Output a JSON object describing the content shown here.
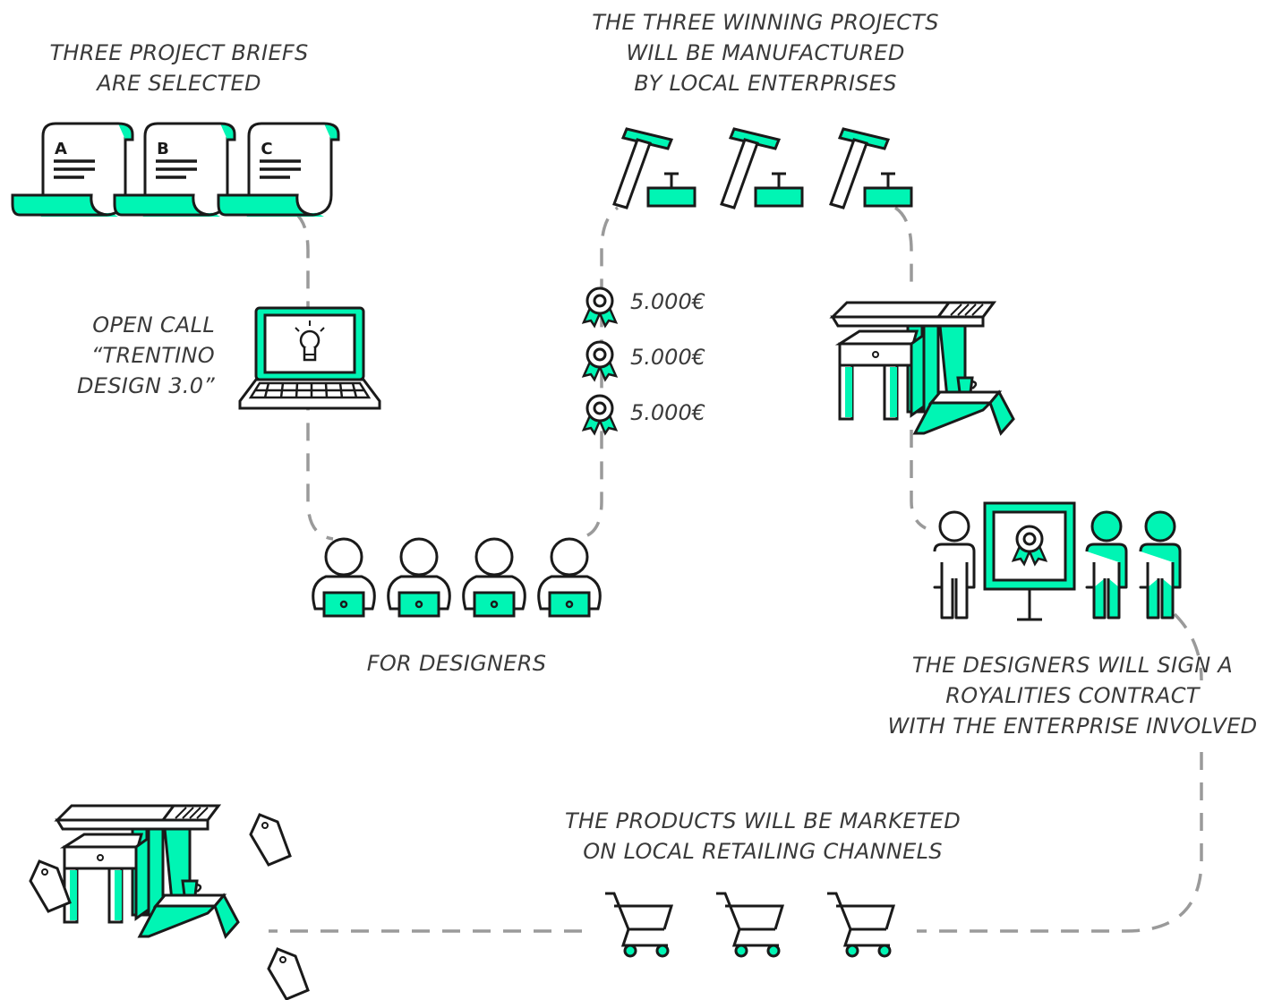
{
  "colors": {
    "accent": "#00f5b4",
    "ink": "#1a1a1a",
    "path": "#9a9a9a",
    "text": "#3a3a3a"
  },
  "briefs": {
    "title_lines": [
      "THREE PROJECT BRIEFS",
      "ARE SELECTED"
    ],
    "letters": [
      "A",
      "B",
      "C"
    ]
  },
  "open_call": {
    "lines": [
      "OPEN CALL",
      "“TRENTINO",
      "DESIGN 3.0”"
    ]
  },
  "designers": {
    "label": "FOR DESIGNERS"
  },
  "prizes": [
    "5.000€",
    "5.000€",
    "5.000€"
  ],
  "manufacture": {
    "lines": [
      "THE THREE WINNING PROJECTS",
      "WILL BE MANUFACTURED",
      "BY LOCAL ENTERPRISES"
    ]
  },
  "contract": {
    "lines": [
      "THE DESIGNERS WILL SIGN A",
      "ROYALITIES CONTRACT",
      "WITH THE ENTERPRISE INVOLVED"
    ]
  },
  "market": {
    "lines": [
      "THE PRODUCTS WILL BE MARKETED",
      "ON LOCAL RETAILING CHANNELS"
    ]
  }
}
